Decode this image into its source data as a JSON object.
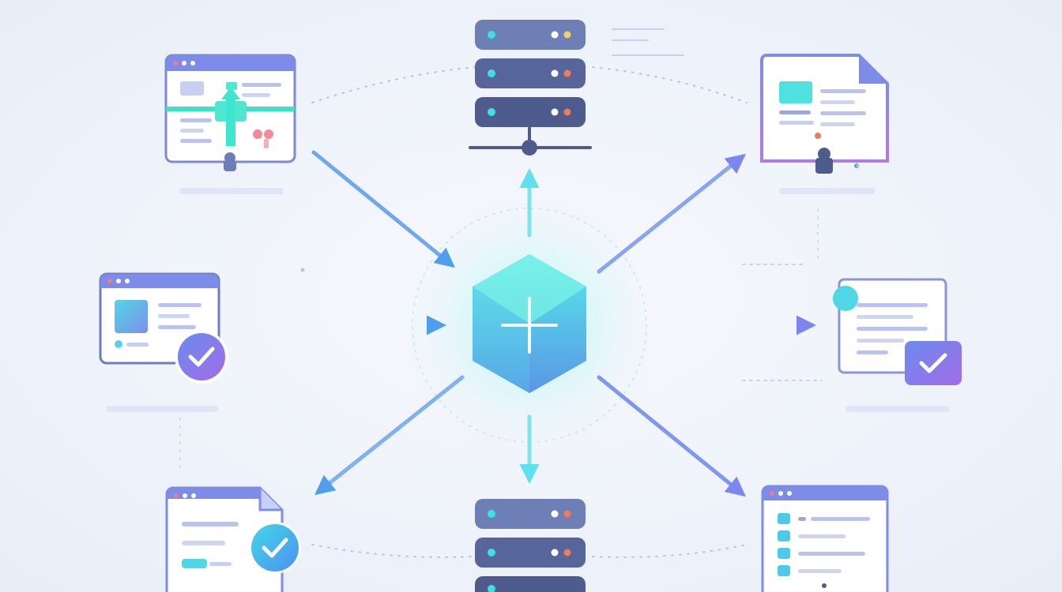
{
  "diagram": {
    "hub": {
      "icon": "plus-icon",
      "shape": "hexagon"
    },
    "nodes": [
      {
        "id": "server-top",
        "type": "server-rack",
        "icon": "server-icon"
      },
      {
        "id": "server-bottom",
        "type": "server-rack",
        "icon": "server-icon"
      },
      {
        "id": "window-top-left",
        "type": "app-window",
        "icon": "browser-window-icon"
      },
      {
        "id": "window-mid-left",
        "type": "app-window",
        "icon": "check-badge-icon"
      },
      {
        "id": "document-bottom-left",
        "type": "document",
        "icon": "check-badge-icon"
      },
      {
        "id": "document-top-right",
        "type": "document",
        "icon": "document-icon"
      },
      {
        "id": "window-mid-right",
        "type": "app-window",
        "icon": "check-badge-icon"
      },
      {
        "id": "window-bottom-right",
        "type": "app-window",
        "icon": "list-icon"
      }
    ],
    "edges": [
      {
        "from": "window-top-left",
        "to": "hub"
      },
      {
        "from": "window-mid-left",
        "to": "hub"
      },
      {
        "from": "hub",
        "to": "server-top"
      },
      {
        "from": "hub",
        "to": "document-top-right"
      },
      {
        "from": "hub",
        "to": "window-mid-right"
      },
      {
        "from": "hub",
        "to": "window-bottom-right"
      },
      {
        "from": "hub",
        "to": "server-bottom"
      },
      {
        "from": "hub",
        "to": "document-bottom-left"
      }
    ]
  },
  "colors": {
    "background": "#eef2f9",
    "server": "#4f5f8f",
    "server_light": "#6f82b6",
    "accent_cyan": "#48e3dc",
    "accent_blue": "#7a90ee",
    "accent_purple": "#9a73e8",
    "window_header": "#7d8ce8",
    "line": "#aab8e8",
    "led_cyan": "#3fe0e0",
    "led_orange": "#f07a5a",
    "led_yellow": "#f3cf6a",
    "led_pink": "#f07a8a"
  }
}
